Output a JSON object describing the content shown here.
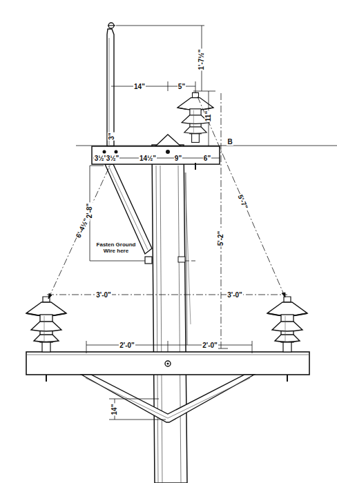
{
  "diagram": {
    "labels": [
      "1'-7½\"",
      "14\"",
      "5\"",
      "11\"",
      "3\"",
      "3½\"",
      "3½\"",
      "14½\"",
      "9\"",
      "6\"",
      "B",
      "2'-8\"",
      "6'-4½\"",
      "Fasten Ground Wire here",
      "5'-2\"",
      "5'-7\"",
      "3'-0\"",
      "3'-0\"",
      "2'-0\"",
      "2'-0\"",
      "14\""
    ]
  }
}
